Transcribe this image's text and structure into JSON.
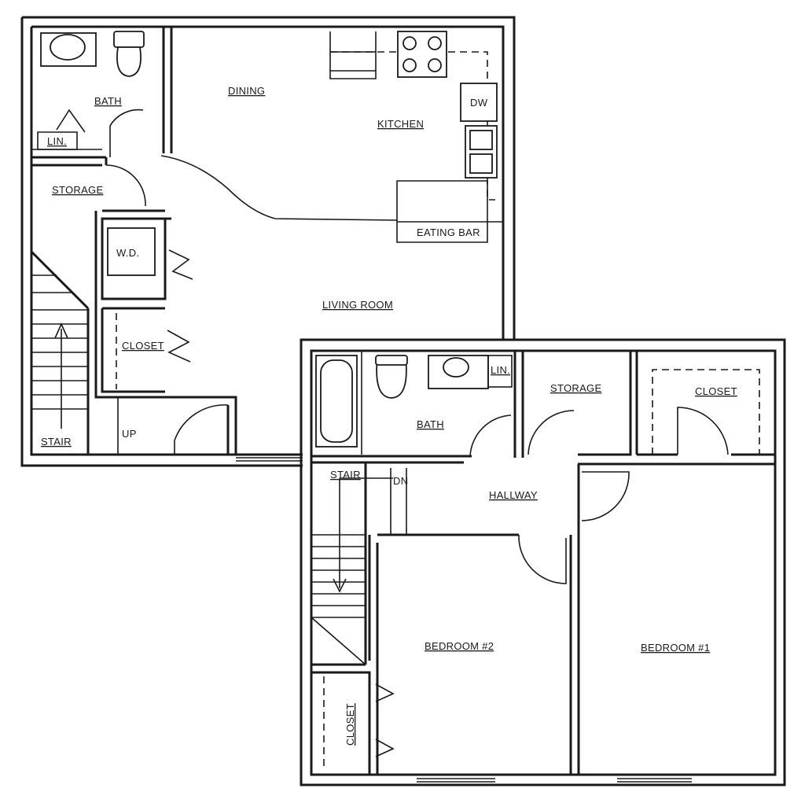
{
  "first_floor": {
    "labels": {
      "bath": "BATH",
      "lin": "LIN.",
      "dining": "DINING",
      "kitchen": "KITCHEN",
      "dw": "DW",
      "storage": "STORAGE",
      "wd": "W.D.",
      "eating_bar": "EATING BAR",
      "living_room": "LIVING ROOM",
      "closet": "CLOSET",
      "stair": "STAIR",
      "up": "UP"
    }
  },
  "second_floor": {
    "labels": {
      "bath": "BATH",
      "lin": "LIN.",
      "storage": "STORAGE",
      "closet_master": "CLOSET",
      "stair": "STAIR",
      "dn": "DN",
      "hallway": "HALLWAY",
      "bedroom_2": "BEDROOM #2",
      "bedroom_1": "BEDROOM #1",
      "closet_bed2": "CLOSET"
    }
  }
}
